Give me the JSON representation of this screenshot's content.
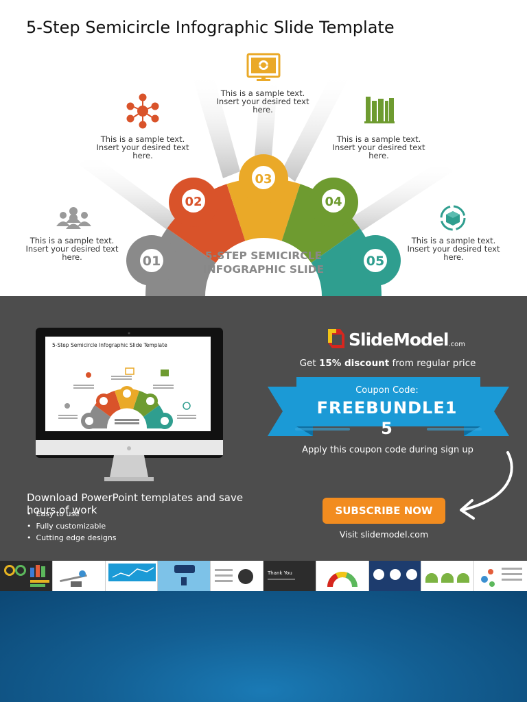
{
  "slide": {
    "title": "5-Step Semicircle Infographic Slide Template",
    "center_title_line1": "5-STEP SEMICIRCLE",
    "center_title_line2": "INFOGRAPHIC SLIDE",
    "steps": [
      {
        "number": "01",
        "text": "This is a sample text. Insert your desired text here.",
        "color": "#8a8a8a",
        "icon": "team-icon"
      },
      {
        "number": "02",
        "text": "This is a sample text. Insert your desired text here.",
        "color": "#d9532a",
        "icon": "network-icon"
      },
      {
        "number": "03",
        "text": "This is a sample text. Insert your desired text here.",
        "color": "#eaa928",
        "icon": "monitor-globe-icon"
      },
      {
        "number": "04",
        "text": "This is a sample text. Insert your desired text here.",
        "color": "#6e9b30",
        "icon": "books-icon"
      },
      {
        "number": "05",
        "text": "This is a sample text. Insert your desired text here.",
        "color": "#2f9e8f",
        "icon": "recycle-box-icon"
      }
    ]
  },
  "promo": {
    "logo_text": "SlideModel",
    "logo_suffix": ".com",
    "discount_prefix": "Get ",
    "discount_value": "15% discount",
    "discount_suffix": " from regular price",
    "coupon_label": "Coupon Code:",
    "coupon_code": "FREEBUNDLE15",
    "apply_text": "Apply this coupon code during sign up",
    "subscribe_label": "SUBSCRIBE NOW",
    "visit_text": "Visit slidemodel.com",
    "headline": "Download PowerPoint templates and save hours of work",
    "bullets": [
      "Easy to use",
      "Fully customizable",
      "Cutting edge designs"
    ],
    "monitor_title": "5-Step Semicircle Infographic Slide Template",
    "accent_orange": "#f28c1f",
    "ribbon_blue": "#1b9ad6",
    "background_gray": "#4d4d4d"
  },
  "thumbnails": {
    "items": [
      {
        "label": ""
      },
      {
        "label": ""
      },
      {
        "label": ""
      },
      {
        "label": ""
      },
      {
        "label": ""
      },
      {
        "label": "Thank You"
      },
      {
        "label": ""
      },
      {
        "label": ""
      },
      {
        "label": ""
      },
      {
        "label": ""
      }
    ]
  },
  "background_bottom": "#135f93"
}
